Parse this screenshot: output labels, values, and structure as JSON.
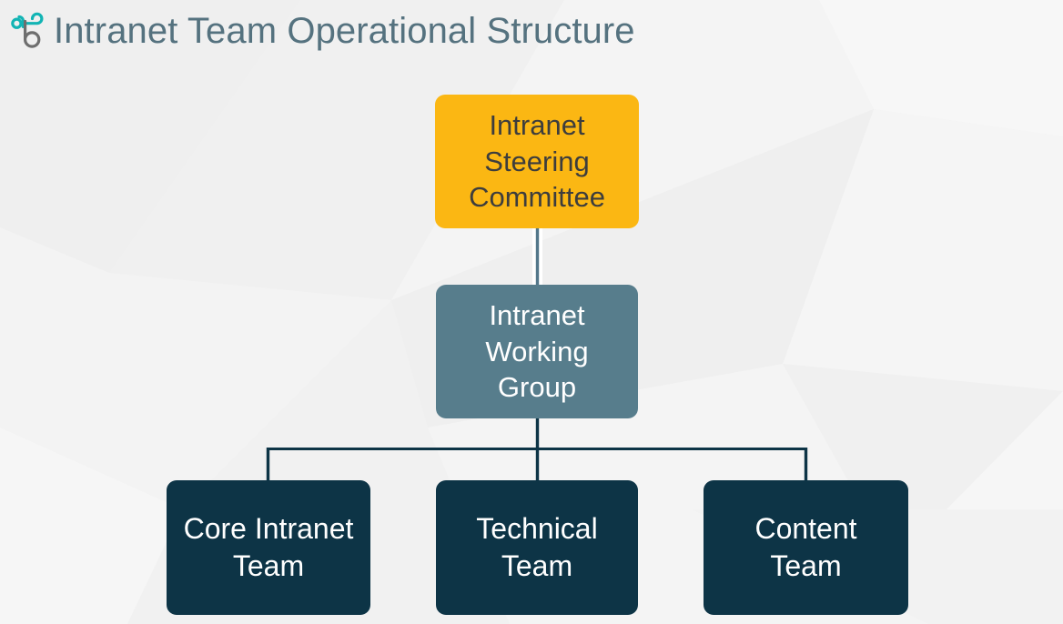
{
  "header": {
    "title": "Intranet Team Operational Structure",
    "logo_icon": "abstract-knot-logo-icon",
    "title_color": "#55727f",
    "logo_colors": {
      "upper": "#16b0b0",
      "lower": "#6e6e6e"
    }
  },
  "theme": {
    "background": "#f2f2f2",
    "accent_orange": "#fbb713",
    "accent_slate": "#577d8c",
    "accent_navy": "#0d3446",
    "connector_top": "#53778a",
    "connector_bottom": "#0d3446",
    "box_halo": "#ffffff"
  },
  "chart_data": {
    "type": "org-chart",
    "title": "Intranet Team Operational Structure",
    "levels": 3,
    "nodes": [
      {
        "id": "steering",
        "label": "Intranet Steering Committee",
        "level": 1,
        "fill": "#fbb713",
        "text_color": "#3d3d3d",
        "parent": null
      },
      {
        "id": "working",
        "label": "Intranet Working Group",
        "level": 2,
        "fill": "#577d8c",
        "text_color": "#ffffff",
        "parent": "steering"
      },
      {
        "id": "core",
        "label": "Core Intranet Team",
        "level": 3,
        "fill": "#0d3446",
        "text_color": "#ffffff",
        "parent": "working"
      },
      {
        "id": "technical",
        "label": "Technical Team",
        "level": 3,
        "fill": "#0d3446",
        "text_color": "#ffffff",
        "parent": "working"
      },
      {
        "id": "content",
        "label": "Content Team",
        "level": 3,
        "fill": "#0d3446",
        "text_color": "#ffffff",
        "parent": "working"
      }
    ],
    "edges": [
      {
        "from": "steering",
        "to": "working"
      },
      {
        "from": "working",
        "to": "core"
      },
      {
        "from": "working",
        "to": "technical"
      },
      {
        "from": "working",
        "to": "content"
      }
    ]
  },
  "nodes": {
    "steering": {
      "label": "Intranet\nSteering\nCommittee"
    },
    "working": {
      "label": "Intranet\nWorking\nGroup"
    },
    "core": {
      "label": "Core Intranet\nTeam"
    },
    "technical": {
      "label": "Technical\nTeam"
    },
    "content": {
      "label": "Content\nTeam"
    }
  }
}
